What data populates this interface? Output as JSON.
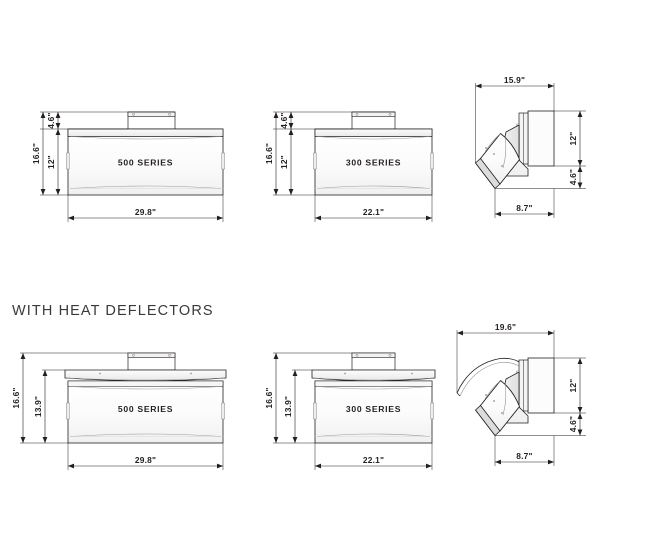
{
  "page": {
    "background_color": "#ffffff",
    "line_color": "#231f20",
    "fill_color": "#ffffff",
    "shade_color": "#e9e9e9",
    "title_color": "#3a3a3a"
  },
  "headings": {
    "heat_deflectors": "WITH HEAT DEFLECTORS"
  },
  "views": {
    "top_left": {
      "label": "500 SERIES",
      "width": "29.8\"",
      "height_overall": "16.6\"",
      "height_body": "12\"",
      "height_bracket": "4.6\""
    },
    "top_middle": {
      "label": "300 SERIES",
      "width": "22.1\"",
      "height_overall": "16.6\"",
      "height_body": "12\"",
      "height_bracket": "4.6\""
    },
    "top_right": {
      "label": "",
      "depth": "15.9\"",
      "projection": "8.7\"",
      "height_body": "12\"",
      "height_lower": "4.6\""
    },
    "bottom_left": {
      "label": "500 SERIES",
      "width": "29.8\"",
      "height_overall": "16.6\"",
      "height_body": "13.9\""
    },
    "bottom_middle": {
      "label": "300 SERIES",
      "width": "22.1\"",
      "height_overall": "16.6\"",
      "height_body": "13.9\""
    },
    "bottom_right": {
      "label": "",
      "depth": "19.6\"",
      "projection": "8.7\"",
      "height_body": "12\"",
      "height_lower": "4.6\""
    }
  }
}
